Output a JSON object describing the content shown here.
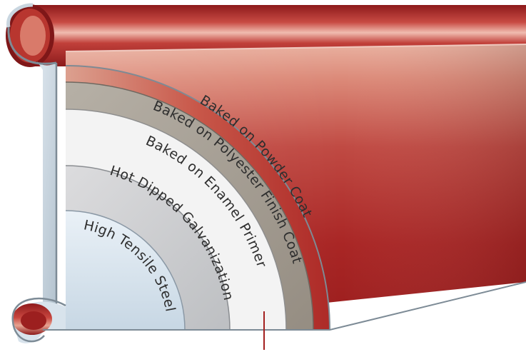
{
  "diagram": {
    "layers": [
      {
        "label": "Baked on Powder Coat",
        "color": "#b12a26"
      },
      {
        "label": "Baked on Polyester Finish Coat",
        "color": "#a49d92"
      },
      {
        "label": "Baked on Enamel Primer",
        "color": "#f3f3f3"
      },
      {
        "label": "Hot Dipped Galvanization",
        "color": "#cfd0d2"
      },
      {
        "label": "High Tensile Steel",
        "color": "#d6e5f0"
      }
    ],
    "colors": {
      "panel_red": "#a3201f",
      "panel_red_light": "#e08e7e",
      "outline": "#6e7b86",
      "pointer": "#a3201f"
    }
  }
}
